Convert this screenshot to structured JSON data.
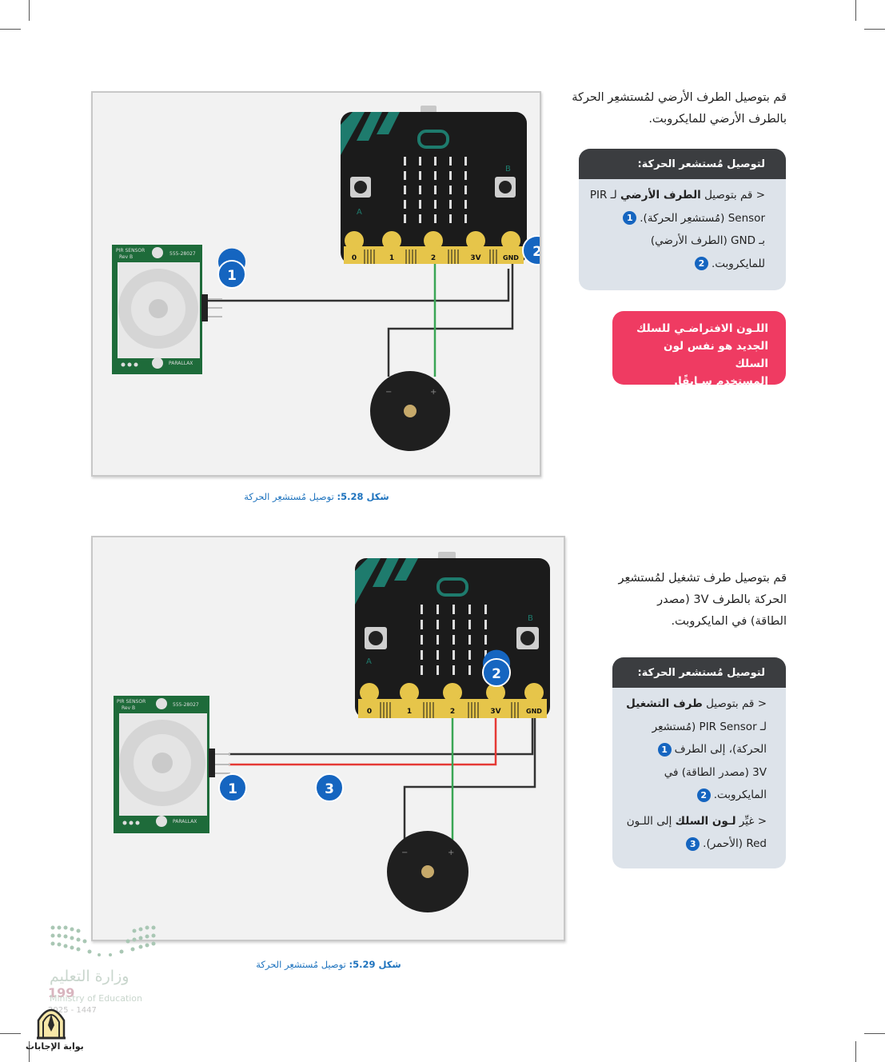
{
  "section1": {
    "intro_lines": [
      "قم بتوصيل الطرف الأرضي لمُستشعِر الحركة",
      "بالطرف الأرضي للمايكروبت."
    ],
    "box_title": "لتوصيل مُستشعر الحركة:",
    "box_l1_pre": "قم بتوصيل ",
    "box_l1_bold": "الطرف الأرضي",
    "box_l1_post": " لـ PIR",
    "box_l2": "Sensor (مُستشعِر الحركة).",
    "box_l3": "بـ GND (الطرف الأرضي)",
    "box_l4": "للمايكروبت.",
    "note_lines": [
      "اللـون الافتراضـي للسلك",
      "الجديد هو نفس لون السلك",
      "المستخدم سـابقًا."
    ],
    "caption_num": "شكل 5.28:",
    "caption_text": " توصيل مُستشعِر الحركة"
  },
  "section2": {
    "intro_lines": [
      "قم بتوصيل طرف تشغيل لمُستشعِر",
      "الحركة بالطرف 3V (مصدر",
      "الطاقة) في المايكروبت."
    ],
    "box_title": "لتوصيل مُستشعر الحركة:",
    "box_l1_pre": "قم بتوصيل ",
    "box_l1_bold": "طرف التشغيل",
    "box_l2": "لـ PIR Sensor (مُستشعِر",
    "box_l3": "الحركة)، إلى الطرف",
    "box_l4": "3V (مصدر الطاقة) في",
    "box_l5": "المايكروبت.",
    "box_l6_pre": "غيِّر ",
    "box_l6_bold": "لـون السلك",
    "box_l6_post": " إلى اللـون",
    "box_l7": "Red (الأحمر).",
    "caption_num": "شكل 5.29:",
    "caption_text": " توصيل مُستشعِر الحركة"
  },
  "markers": {
    "one": "1",
    "two": "2",
    "three": "3"
  },
  "bullet": "<",
  "circuit": {
    "pins": [
      "0",
      "1",
      "2",
      "3V",
      "GND"
    ],
    "sensor_title": "PIR SENSOR",
    "sensor_rev": "Rev B",
    "sensor_part": "555-28027",
    "sensor_brand": "PARALLAX",
    "button_a": "A",
    "button_b": "B",
    "buzzer_minus": "−",
    "buzzer_plus": "+"
  },
  "footer": {
    "page_number": "199",
    "ministry_ar": "وزارة التعليم",
    "ministry_en": "Ministry of Education",
    "year": "2025 - 1447",
    "portal": "بوابة الإجابات"
  },
  "colors": {
    "marker_blue": "#1565c0",
    "note_pink": "#ef3b62",
    "box_grey": "#dde3ea",
    "header_dark": "#3b3d40",
    "wire_black": "#333333",
    "wire_green": "#3aa655",
    "wire_red": "#e53935",
    "board_black": "#1b1b1b",
    "board_teal": "#1e7b6d",
    "pin_gold": "#e6c54a",
    "sensor_green": "#1e6b3a"
  }
}
